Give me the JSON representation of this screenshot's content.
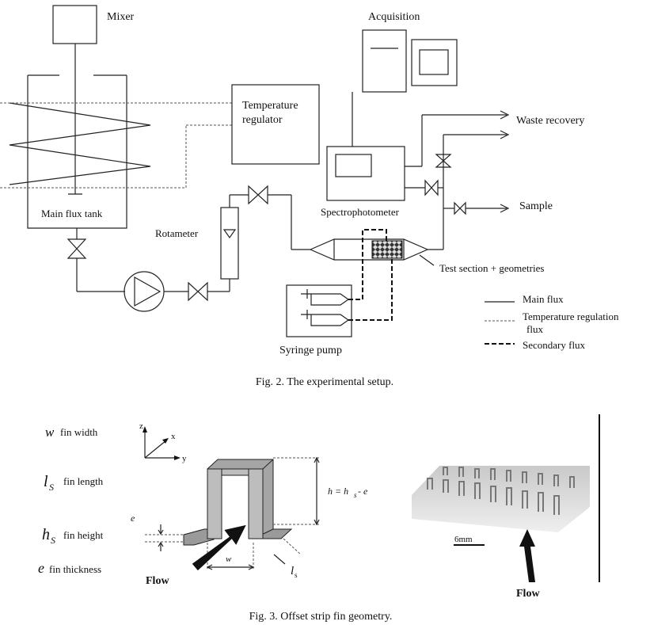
{
  "fig2": {
    "labels": {
      "mixer": "Mixer",
      "acquisition": "Acquisition",
      "temp_regulator_1": "Temperature",
      "temp_regulator_2": "regulator",
      "waste": "Waste recovery",
      "main_tank": "Main flux tank",
      "rotameter": "Rotameter",
      "spectrophotometer": "Spectrophotometer",
      "sample": "Sample",
      "test_section": "Test section + geometries",
      "syringe_pump": "Syringe pump"
    },
    "legend": [
      {
        "label": "Main flux",
        "style": "solid"
      },
      {
        "label": "Temperature regulation",
        "label2": "flux",
        "style": "dotted"
      },
      {
        "label": "Secondary  flux",
        "style": "dashed"
      }
    ],
    "caption": "Fig. 2.  The experimental setup."
  },
  "fig3": {
    "definitions": [
      {
        "symbol": "w",
        "sub": "",
        "text": "fin width"
      },
      {
        "symbol": "l",
        "sub": "S",
        "text": "fin length"
      },
      {
        "symbol": "h",
        "sub": "S",
        "text": "fin height"
      },
      {
        "symbol": "e",
        "sub": "",
        "text": "fin thickness"
      }
    ],
    "axes": {
      "z": "z",
      "x": "x",
      "y": "y"
    },
    "dims": {
      "h_eq": "h = h",
      "h_eq_sub": "s",
      "h_eq_tail": " - e",
      "e": "e",
      "w": "w",
      "ls": "l",
      "ls_sub": "s"
    },
    "flow_left": "Flow",
    "flow_right": "Flow",
    "scale": "6mm",
    "caption": "Fig. 3.  Offset strip fin geometry."
  }
}
